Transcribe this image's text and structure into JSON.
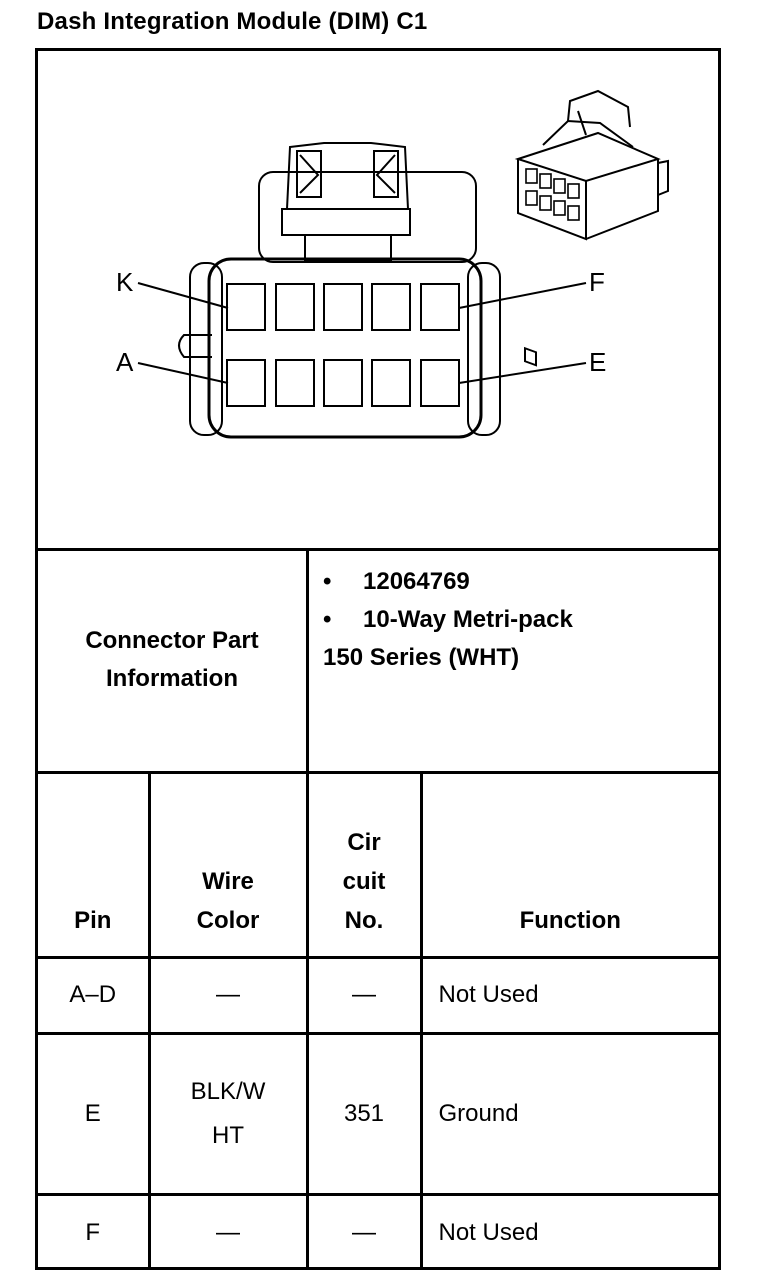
{
  "title": "Dash Integration Module (DIM) C1",
  "diagram": {
    "labels": {
      "k": "K",
      "a": "A",
      "f": "F",
      "e": "E"
    }
  },
  "connector_info": {
    "label_line1": "Connector Part",
    "label_line2": "Information",
    "items": [
      "12064769",
      "10-Way Metri-pack"
    ],
    "bullet": "•",
    "series": "150 Series (WHT)"
  },
  "table": {
    "headers": {
      "pin": "Pin",
      "wire_color_1": "Wire",
      "wire_color_2": "Color",
      "circuit_1": "Cir",
      "circuit_2": "cuit",
      "circuit_3": "No.",
      "function": "Function"
    },
    "rows": [
      {
        "pin": "A–D",
        "wire_color_1": "—",
        "wire_color_2": "",
        "circuit": "—",
        "function": "Not Used"
      },
      {
        "pin": "E",
        "wire_color_1": "BLK/W",
        "wire_color_2": "HT",
        "circuit": "351",
        "function": "Ground"
      },
      {
        "pin": "F",
        "wire_color_1": "—",
        "wire_color_2": "",
        "circuit": "—",
        "function": "Not Used"
      }
    ]
  }
}
